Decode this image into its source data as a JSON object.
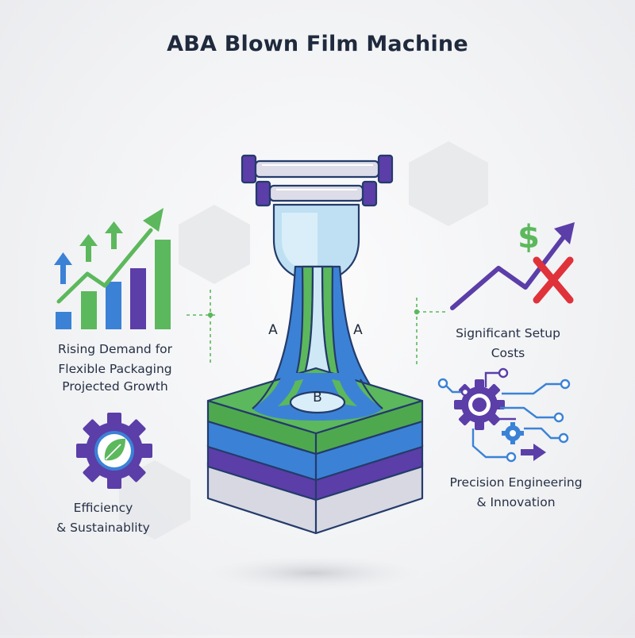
{
  "title": "ABA Blown Film Machine",
  "layers": {
    "outer_left": "A",
    "outer_right": "A",
    "core": "B"
  },
  "left_top": {
    "line1": "Rising Demand for",
    "line2": "Flexible Packaging",
    "line3": "Projected Growth"
  },
  "left_bottom": {
    "line1": "Efficiency",
    "line2": "& Sustainablity"
  },
  "right_top": {
    "line1": "Significant Setup",
    "line2": "Costs",
    "currency_symbol": "$"
  },
  "right_bottom": {
    "line1": "Precision Engineering",
    "line2": "& Innovation"
  },
  "colors": {
    "blue": "#3b82d6",
    "green": "#5cb85c",
    "purple": "#5b3ea8",
    "red": "#e0323a",
    "light_blue": "#bfe0f2",
    "navy": "#243b6b",
    "grey_layer": "#d7d8e2"
  },
  "icons": {
    "growth_chart": "bar-chart-growth-icon",
    "sustainability": "gear-leaf-icon",
    "cost": "dollar-trend-cross-icon",
    "engineering": "gear-circuit-icon"
  }
}
